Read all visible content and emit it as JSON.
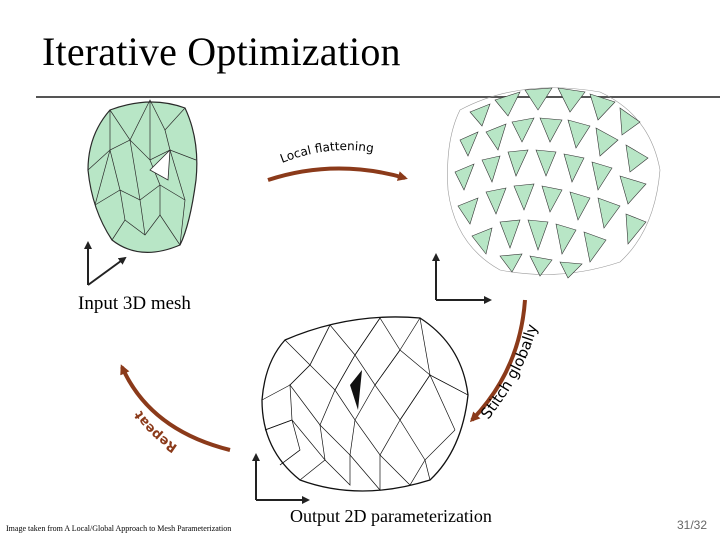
{
  "slide": {
    "title": "Iterative Optimization",
    "page_number": "31/32",
    "credit": "Image taken from A Local/Global Approach to Mesh Parameterization"
  },
  "diagram": {
    "input_label": "Input 3D mesh",
    "output_label": "Output 2D parameterization",
    "arrow_local": "Local flattening",
    "arrow_stitch": "Stitch globally",
    "arrow_repeat": "Repeat"
  },
  "colors": {
    "arrow": "#8b3a1a",
    "mesh_fill": "#b8e6c6",
    "mesh_stroke": "#2a2a2a",
    "rule": "#555555"
  }
}
